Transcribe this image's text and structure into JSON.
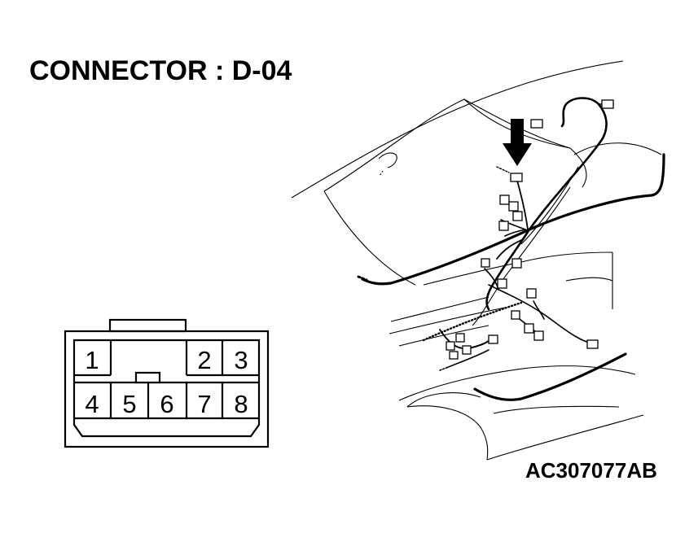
{
  "title": "CONNECTOR : D-04",
  "figure_code": "AC307077AB",
  "connector": {
    "pins_top": [
      "1",
      "2",
      "3"
    ],
    "pins_bottom": [
      "4",
      "5",
      "6",
      "7",
      "8"
    ]
  }
}
